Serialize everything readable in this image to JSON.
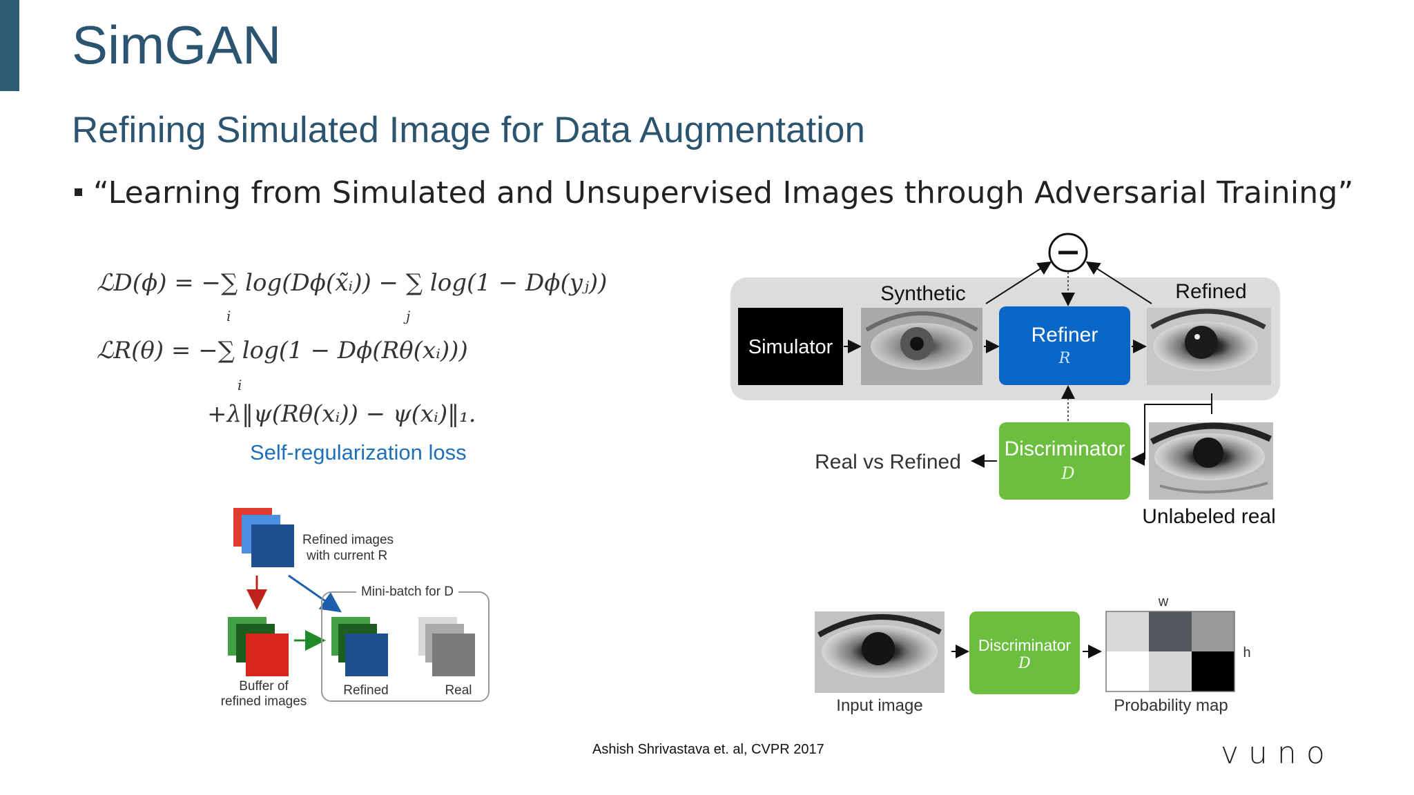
{
  "slide": {
    "title": "SimGAN",
    "subtitle": "Refining Simulated Image for Data Augmentation",
    "bullet": "“Learning from Simulated and Unsupervised Images through Adversarial Training”",
    "colors": {
      "accent": "#2e5a72",
      "title": "#2b5470",
      "link_blue": "#1d6fb8",
      "refiner_blue": "#0a66c6",
      "discriminator_green": "#6cbf3e"
    }
  },
  "equations": {
    "loss_d": "ℒD(ϕ) = −∑ log(Dϕ(x̃ᵢ)) − ∑ log(1 − Dϕ(yⱼ))",
    "loss_d_sub_i": "i",
    "loss_d_sub_j": "j",
    "loss_r": "ℒR(θ) = −∑ log(1 − Dϕ(Rθ(xᵢ)))",
    "loss_r_sub_i": "i",
    "loss_r_reg": "+λ‖ψ(Rθ(xᵢ)) − ψ(xᵢ)‖₁.",
    "reg_label": "Self-regularization loss"
  },
  "pipeline": {
    "simulator": "Simulator",
    "synthetic_label": "Synthetic",
    "refiner_label": "Refiner",
    "refiner_symbol": "R",
    "refined_label": "Refined",
    "discriminator_label": "Discriminator",
    "discriminator_symbol": "D",
    "real_vs_refined": "Real vs Refined",
    "unlabeled_real": "Unlabeled real"
  },
  "buffer_diagram": {
    "refined_current_line1": "Refined images",
    "refined_current_line2": "with current R",
    "minibatch_label": "Mini-batch for D",
    "buffer_line1": "Buffer of",
    "buffer_line2": "refined images",
    "refined": "Refined",
    "real": "Real"
  },
  "local_adversarial": {
    "input_image": "Input image",
    "discriminator_label": "Discriminator",
    "discriminator_symbol": "D",
    "probability_map": "Probability map",
    "w_label": "w",
    "h_label": "h"
  },
  "footer": {
    "citation": "Ashish Shrivastava et. al, CVPR 2017",
    "logo": "vuno"
  }
}
